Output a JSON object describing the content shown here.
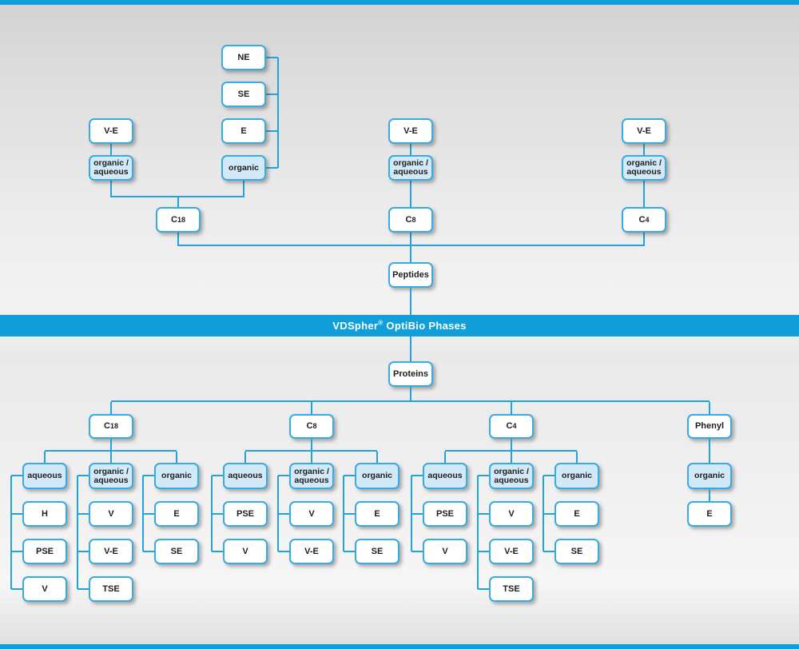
{
  "colors": {
    "accent": "#119fdb",
    "line": "#22a3dd",
    "box_border": "#3aabde",
    "box_fill": "#ffffff",
    "box_fill_light": "#d2e9f7",
    "text": "#1f1e1e"
  },
  "banner": {
    "title": "VDSpher® OptiBio Phases"
  },
  "peptides": {
    "hub_label": "Peptides",
    "branches": [
      {
        "column": "C18",
        "top": "V-E",
        "eluent": "organic / aqueous",
        "side_chain": {
          "items": [
            "NE",
            "SE",
            "E"
          ],
          "terminal": "organic"
        }
      },
      {
        "column": "C8",
        "top": "V-E",
        "eluent": "organic / aqueous"
      },
      {
        "column": "C4",
        "top": "V-E",
        "eluent": "organic / aqueous"
      }
    ]
  },
  "proteins": {
    "hub_label": "Proteins",
    "groups": [
      {
        "column": "C18",
        "categories": [
          {
            "label": "aqueous",
            "variants": [
              "H",
              "PSE",
              "V"
            ]
          },
          {
            "label": "organic / aqueous",
            "variants": [
              "V",
              "V-E",
              "TSE"
            ]
          },
          {
            "label": "organic",
            "variants": [
              "E",
              "SE"
            ]
          }
        ]
      },
      {
        "column": "C8",
        "categories": [
          {
            "label": "aqueous",
            "variants": [
              "PSE",
              "V"
            ]
          },
          {
            "label": "organic / aqueous",
            "variants": [
              "V",
              "V-E"
            ]
          },
          {
            "label": "organic",
            "variants": [
              "E",
              "SE"
            ]
          }
        ]
      },
      {
        "column": "C4",
        "categories": [
          {
            "label": "aqueous",
            "variants": [
              "PSE",
              "V"
            ]
          },
          {
            "label": "organic / aqueous",
            "variants": [
              "V",
              "V-E",
              "TSE"
            ]
          },
          {
            "label": "organic",
            "variants": [
              "E",
              "SE"
            ]
          }
        ]
      },
      {
        "column": "Phenyl",
        "categories": [
          {
            "label": "organic",
            "variants": [
              "E"
            ]
          }
        ]
      }
    ]
  }
}
